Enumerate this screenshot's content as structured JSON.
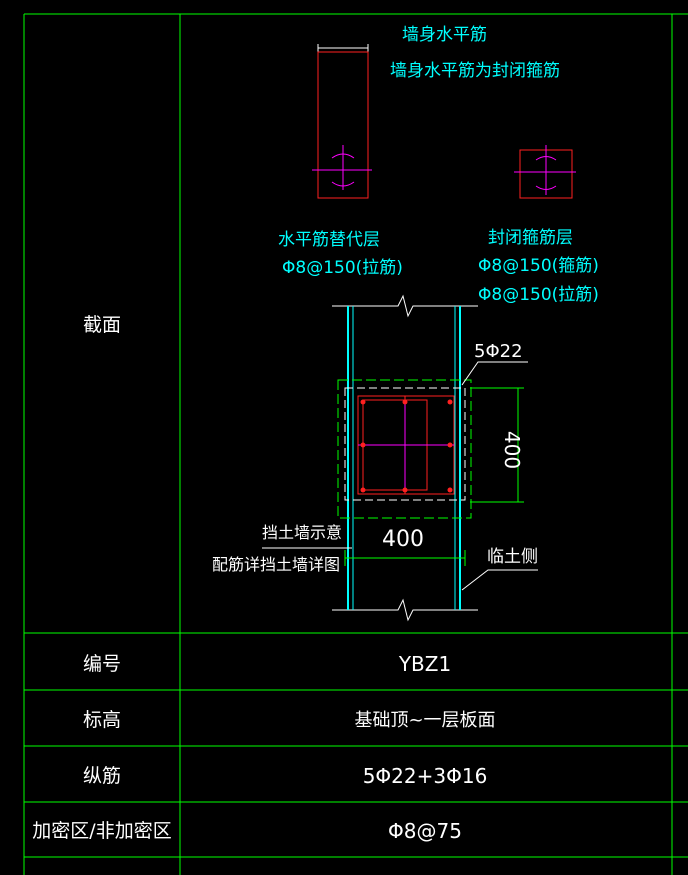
{
  "colors": {
    "background": "#000000",
    "grid": "#00ff00",
    "text_white": "#ffffff",
    "text_cyan": "#00ffff",
    "rebar_red": "#ff2020",
    "tie_magenta": "#ff00ff",
    "column_cyan": "#00ffff",
    "dim_green": "#00ff00"
  },
  "table": {
    "row_labels": {
      "section": "截面",
      "number": "编号",
      "elevation": "标高",
      "longitudinal": "纵筋",
      "stirrup_zone": "加密区/非加密区"
    },
    "row_values": {
      "number": "YBZ1",
      "elevation": "基础顶~一层板面",
      "longitudinal": "5Φ22+3Φ16",
      "stirrup_zone": "Φ8@75"
    }
  },
  "drawing": {
    "wall_horizontal_bar": "墙身水平筋",
    "wall_bar_closed": "墙身水平筋为封闭箍筋",
    "replacement_layer": "水平筋替代层",
    "replacement_spec": "Φ8@150(拉筋)",
    "closed_stirrup_layer": "封闭箍筋层",
    "closed_spec_1": "Φ8@150(箍筋)",
    "closed_spec_2": "Φ8@150(拉筋)",
    "main_bars": "5Φ22",
    "dim_vertical": "400",
    "dim_horizontal": "400",
    "retaining_wall_1": "挡土墙示意",
    "retaining_wall_2": "配筋详挡土墙详图",
    "soil_side": "临土侧"
  }
}
